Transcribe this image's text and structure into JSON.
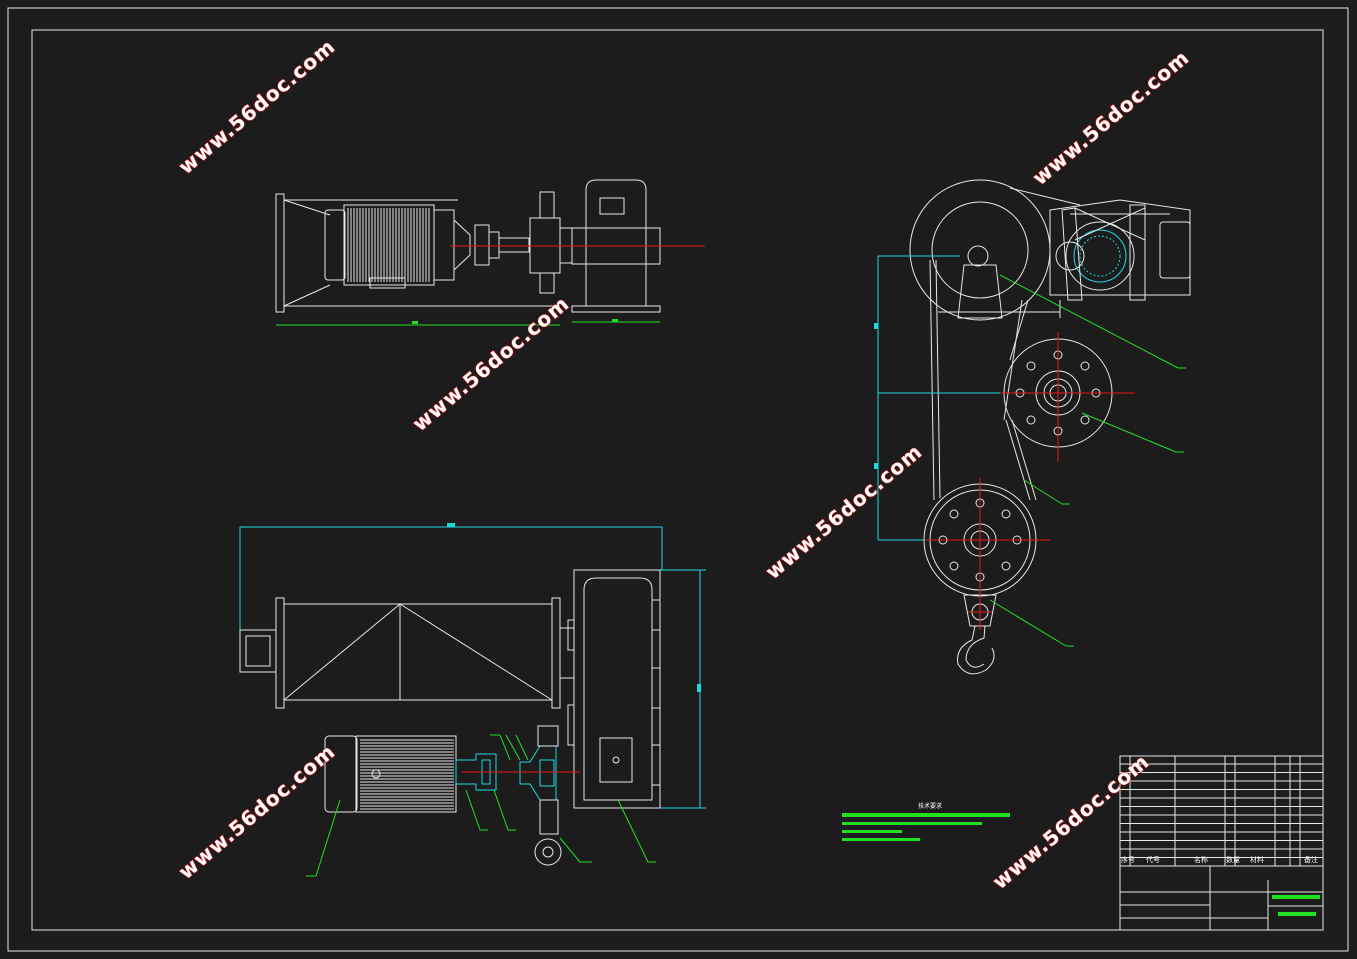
{
  "watermark": {
    "text": "www.56doc.com",
    "color_fill": "#ffffff",
    "color_stroke": "#d01818"
  },
  "colors": {
    "background": "#1c1c1c",
    "line": "#e8e8e8",
    "dimension": "#1ed8e0",
    "leader": "#22e022",
    "centerline": "#e81818",
    "highlight": "#1ed8e0"
  },
  "technical_requirements": {
    "title": "技术要求"
  },
  "title_block": {
    "headers": {
      "seq": "序号",
      "code": "代号",
      "name": "名称",
      "qty": "数量",
      "material": "材料",
      "remark": "备注"
    }
  }
}
